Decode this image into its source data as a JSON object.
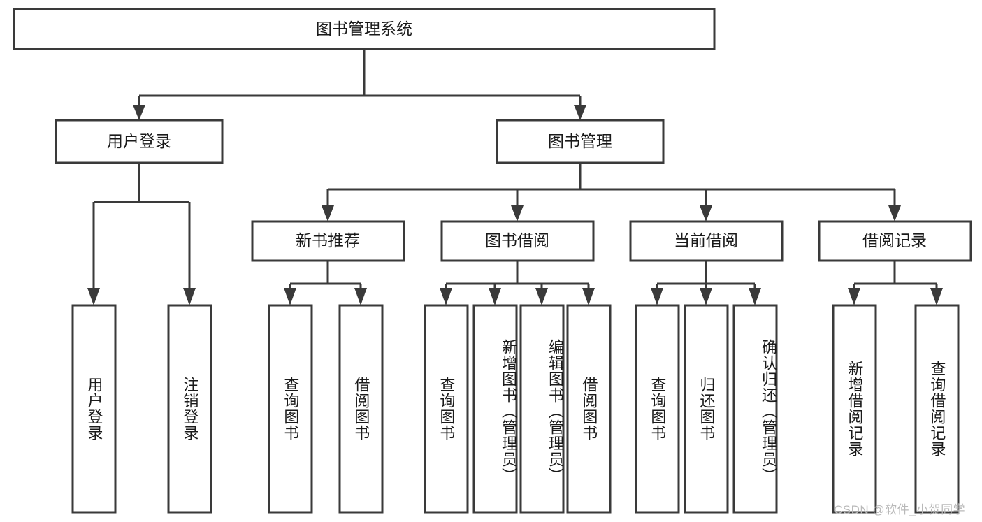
{
  "diagram": {
    "title": "图书管理系统",
    "type": "hierarchy-tree",
    "watermark": "CSDN @软件_小贺同学",
    "colors": {
      "stroke": "#3a3a3a",
      "fill": "#ffffff",
      "text": "#1a1a1a",
      "watermark": "#b9b9b9"
    },
    "levels": {
      "root": {
        "label": "图书管理系统"
      },
      "level2": [
        {
          "id": "user-login",
          "label": "用户登录"
        },
        {
          "id": "book-management",
          "label": "图书管理"
        }
      ],
      "level3": [
        {
          "id": "new-book-recommend",
          "label": "新书推荐",
          "parent": "book-management"
        },
        {
          "id": "book-borrow",
          "label": "图书借阅",
          "parent": "book-management"
        },
        {
          "id": "current-borrow",
          "label": "当前借阅",
          "parent": "book-management"
        },
        {
          "id": "borrow-record",
          "label": "借阅记录",
          "parent": "book-management"
        }
      ],
      "leaves": [
        {
          "id": "leaf-user-login",
          "label": "用户登录",
          "parent": "user-login"
        },
        {
          "id": "leaf-user-logout",
          "label": "注销登录",
          "parent": "user-login"
        },
        {
          "id": "leaf-query-book-1",
          "label": "查询图书",
          "parent": "new-book-recommend"
        },
        {
          "id": "leaf-borrow-book-1",
          "label": "借阅图书",
          "parent": "new-book-recommend"
        },
        {
          "id": "leaf-query-book-2",
          "label": "查询图书",
          "parent": "book-borrow"
        },
        {
          "id": "leaf-add-book",
          "label": "新增图书（管理员）",
          "parent": "book-borrow"
        },
        {
          "id": "leaf-edit-book",
          "label": "编辑图书（管理员）",
          "parent": "book-borrow"
        },
        {
          "id": "leaf-borrow-book-2",
          "label": "借阅图书",
          "parent": "book-borrow"
        },
        {
          "id": "leaf-query-book-3",
          "label": "查询图书",
          "parent": "current-borrow"
        },
        {
          "id": "leaf-return-book",
          "label": "归还图书",
          "parent": "current-borrow"
        },
        {
          "id": "leaf-confirm-return",
          "label": "确认归还（管理员）",
          "parent": "current-borrow"
        },
        {
          "id": "leaf-add-record",
          "label": "新增借阅记录",
          "parent": "borrow-record"
        },
        {
          "id": "leaf-query-record",
          "label": "查询借阅记录",
          "parent": "borrow-record"
        }
      ]
    }
  }
}
